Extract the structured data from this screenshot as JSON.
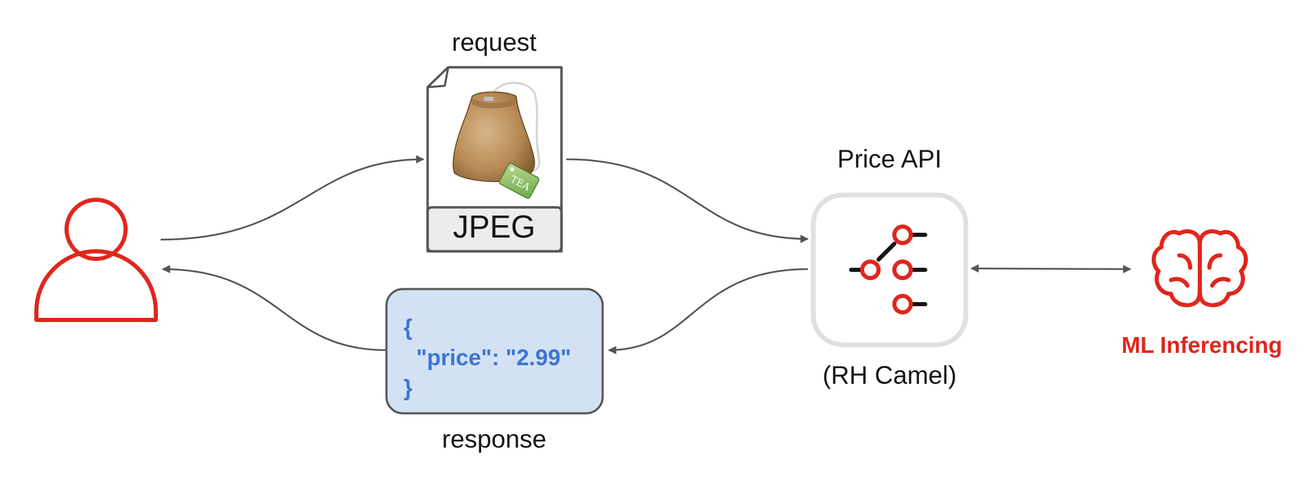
{
  "diagram": {
    "request_label": "request",
    "response_label": "response",
    "file_type_label": "JPEG",
    "api_title": "Price API",
    "api_subtitle": "(RH Camel)",
    "ml_label": "ML Inferencing",
    "response_json": {
      "open": "{",
      "body": "\"price\": \"2.99\"",
      "close": "}"
    },
    "tag_text": "TEA",
    "icons": [
      "user-icon",
      "tea-bag-icon",
      "camel-route-icon",
      "brain-icon"
    ],
    "colors": {
      "brand_red": "#e0261d",
      "json_blue": "#3e74d6",
      "json_box_fill": "#d3e2f3",
      "arrow_gray": "#555555"
    }
  }
}
